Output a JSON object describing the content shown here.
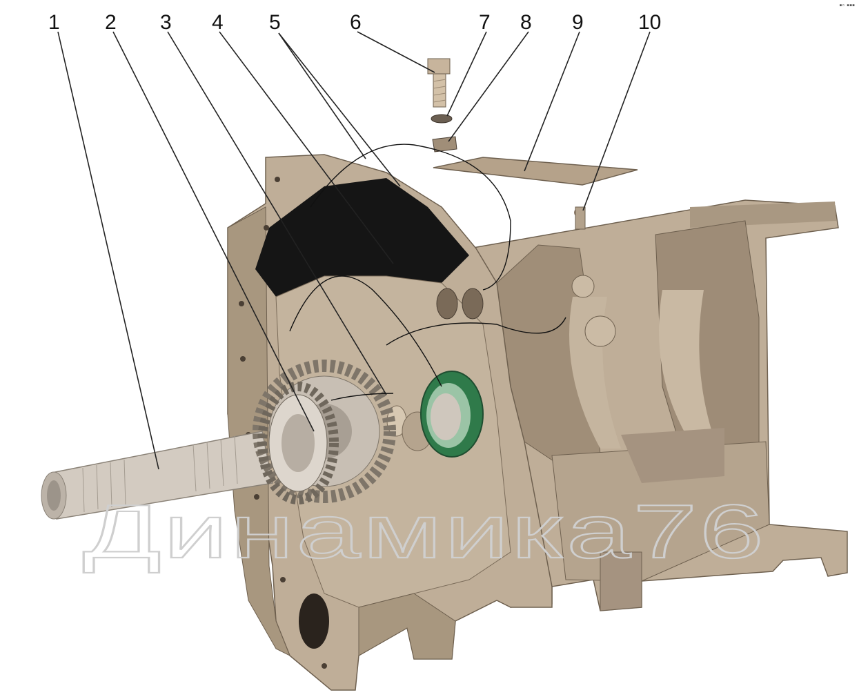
{
  "callouts": [
    "1",
    "2",
    "3",
    "4",
    "5",
    "6",
    "7",
    "8",
    "9",
    "10"
  ],
  "watermark": "Динамика76",
  "corner_mark": "▪◦ ▪▪▪",
  "colors": {
    "housing": "#bfae98",
    "housing_dark": "#8d7c6a",
    "cavity": "#151515",
    "bearing": "#2f7a4a",
    "shaft": "#cfc7bd"
  }
}
